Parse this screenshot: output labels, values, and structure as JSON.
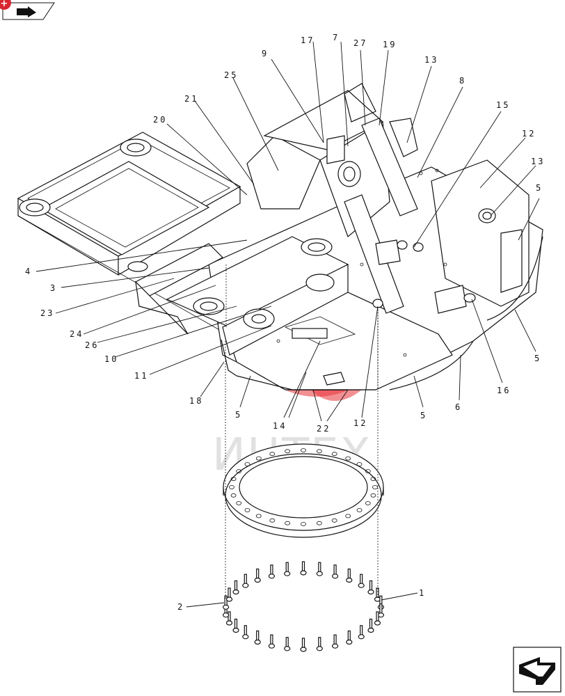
{
  "watermark": {
    "text": "ИНТЕХ",
    "logo_color": "#e8333a"
  },
  "badge": {
    "glyph": "+",
    "color": "#d7262f"
  },
  "callouts": [
    {
      "id": "c17",
      "text": "17"
    },
    {
      "id": "c7",
      "text": "7"
    },
    {
      "id": "c27",
      "text": "27"
    },
    {
      "id": "c19",
      "text": "19"
    },
    {
      "id": "c9",
      "text": "9"
    },
    {
      "id": "c13a",
      "text": "13"
    },
    {
      "id": "c25",
      "text": "25"
    },
    {
      "id": "c8",
      "text": "8"
    },
    {
      "id": "c21",
      "text": "21"
    },
    {
      "id": "c15",
      "text": "15"
    },
    {
      "id": "c20",
      "text": "20"
    },
    {
      "id": "c12a",
      "text": "12"
    },
    {
      "id": "c13b",
      "text": "13"
    },
    {
      "id": "c5a",
      "text": "5"
    },
    {
      "id": "c4",
      "text": "4"
    },
    {
      "id": "c3",
      "text": "3"
    },
    {
      "id": "c23",
      "text": "23"
    },
    {
      "id": "c24",
      "text": "24"
    },
    {
      "id": "c26",
      "text": "26"
    },
    {
      "id": "c10",
      "text": "10"
    },
    {
      "id": "c11",
      "text": "11"
    },
    {
      "id": "c18",
      "text": "18"
    },
    {
      "id": "c5b",
      "text": "5"
    },
    {
      "id": "c14",
      "text": "14"
    },
    {
      "id": "c22",
      "text": "22"
    },
    {
      "id": "c12b",
      "text": "12"
    },
    {
      "id": "c5c",
      "text": "5"
    },
    {
      "id": "c6",
      "text": "6"
    },
    {
      "id": "c16",
      "text": "16"
    },
    {
      "id": "c5d",
      "text": "5"
    },
    {
      "id": "c1",
      "text": "1"
    },
    {
      "id": "c2",
      "text": "2"
    }
  ]
}
